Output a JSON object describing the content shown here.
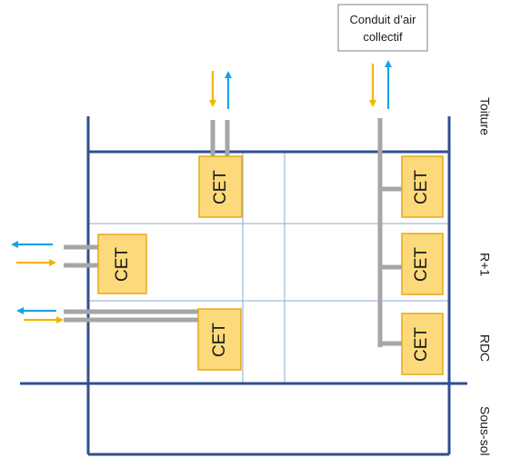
{
  "colors": {
    "structure": "#2f4f8f",
    "grid": "#8fa8cf",
    "duct": "#a6a6a6",
    "unit_fill": "#fcd97a",
    "unit_stroke": "#e6a817",
    "arrow_in": "#f4b400",
    "arrow_out": "#1aa3e6"
  },
  "collective_duct_label": [
    "Conduit d’air",
    "collectif"
  ],
  "unit_label": "CET",
  "levels": {
    "roof": "Toiture",
    "upper": "R+1",
    "ground": "RDC",
    "basement": "Sous-sol"
  }
}
